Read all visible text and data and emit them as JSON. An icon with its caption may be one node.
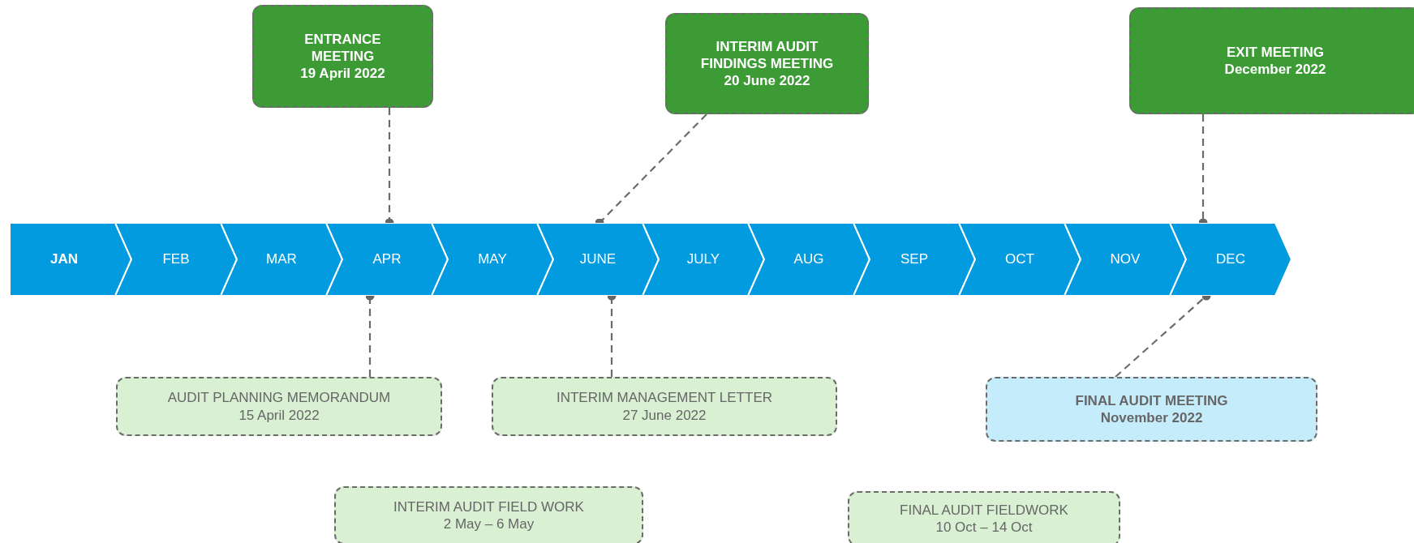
{
  "diagram": {
    "nodes": [
      {
        "text": [
          "ENTRANCE MEETING",
          "19 April 2022"
        ]
      },
      {
        "text": [
          "INTERIM AUDIT FINDINGS MEETING",
          "20 June 2022"
        ]
      },
      {
        "text": [
          "EXIT MEETING",
          "December 2022"
        ]
      },
      {
        "text": [
          "JAN"
        ]
      },
      {
        "text": [
          "FEB"
        ]
      },
      {
        "text": [
          "MAR"
        ]
      },
      {
        "text": [
          "APR"
        ]
      },
      {
        "text": [
          "MAY"
        ]
      },
      {
        "text": [
          "JUNE"
        ]
      },
      {
        "text": [
          "JULY"
        ]
      },
      {
        "text": [
          "AUG"
        ]
      },
      {
        "text": [
          "SEP"
        ]
      },
      {
        "text": [
          "OCT"
        ]
      },
      {
        "text": [
          "NOV"
        ]
      },
      {
        "text": [
          "DEC"
        ]
      },
      {
        "text": [
          "AUDIT PLANNING MEMORANDUM",
          "15 April 2022"
        ]
      },
      {
        "text": [
          "INTERIM MANAGEMENT LETTER",
          "27 June 2022"
        ]
      },
      {
        "text": [
          "FINAL AUDIT MEETING",
          "November 2022"
        ]
      },
      {
        "text": [
          "INTERIM AUDIT FIELD WORK",
          "2 May – 6 May"
        ]
      },
      {
        "text": [
          "FINAL AUDIT FIELDWORK",
          "10 Oct – 14 Oct"
        ]
      }
    ],
    "edges": [
      {
        "from": 0,
        "to": 6,
        "arrow": "other",
        "style": "dashed"
      },
      {
        "from": 1,
        "to": 8,
        "arrow": "other",
        "style": "dashed"
      },
      {
        "from": 2,
        "to": 14,
        "arrow": "other",
        "style": "dashed"
      },
      {
        "from": 15,
        "to": 6,
        "arrow": "other",
        "style": "dashed"
      },
      {
        "from": 16,
        "to": 8,
        "arrow": "other",
        "style": "dashed"
      },
      {
        "from": 17,
        "to": 13,
        "arrow": "other",
        "style": "dashed"
      }
    ]
  }
}
